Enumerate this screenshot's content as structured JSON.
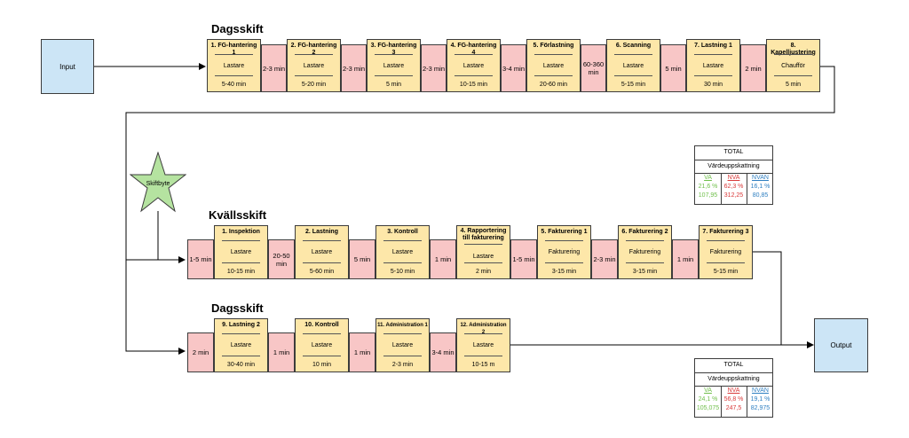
{
  "headings": {
    "day1": "Dagsskift",
    "evening": "Kvällsskift",
    "day2": "Dagsskift"
  },
  "input": "Input",
  "output": "Output",
  "shift_change": "Skiftbyte",
  "row1": {
    "steps": [
      {
        "title": "1. FG-hantering 1",
        "role": "Lastare",
        "dur": "5-40 min"
      },
      {
        "title": "2. FG-hantering 2",
        "role": "Lastare",
        "dur": "5-20 min"
      },
      {
        "title": "3. FG-hantering 3",
        "role": "Lastare",
        "dur": "5 min"
      },
      {
        "title": "4. FG-hantering 4",
        "role": "Lastare",
        "dur": "10-15 min"
      },
      {
        "title": "5. Förlastning",
        "role": "Lastare",
        "dur": "20-60 min"
      },
      {
        "title": "6. Scanning",
        "role": "Lastare",
        "dur": "5-15 min"
      },
      {
        "title": "7. Lastning 1",
        "role": "Lastare",
        "dur": "30 min"
      },
      {
        "title": "8. Kapelljustering",
        "role": "Chaufför",
        "dur": "5 min"
      }
    ],
    "waits": [
      "2-3 min",
      "2-3 min",
      "2-3 min",
      "3-4 min",
      "60-360 min",
      "5 min",
      "2 min"
    ]
  },
  "row2": {
    "steps": [
      {
        "title": "1. Inspektion",
        "role": "Lastare",
        "dur": "10-15 min"
      },
      {
        "title": "2. Lastning",
        "role": "Lastare",
        "dur": "5-60 min"
      },
      {
        "title": "3. Kontroll",
        "role": "Lastare",
        "dur": "5-10 min"
      },
      {
        "title": "4. Rapportering till fakturering",
        "role": "Lastare",
        "dur": "2 min"
      },
      {
        "title": "5. Fakturering 1",
        "role": "Fakturering",
        "dur": "3-15 min"
      },
      {
        "title": "6. Fakturering 2",
        "role": "Fakturering",
        "dur": "3-15 min"
      },
      {
        "title": "7. Fakturering 3",
        "role": "Fakturering",
        "dur": "5-15 min"
      }
    ],
    "waits": [
      "1-5 min",
      "20-50 min",
      "5 min",
      "1 min",
      "1-5 min",
      "2-3 min",
      "1 min"
    ]
  },
  "row3": {
    "steps": [
      {
        "title": "9. Lastning 2",
        "role": "Lastare",
        "dur": "30-40 min"
      },
      {
        "title": "10. Kontroll",
        "role": "Lastare",
        "dur": "10 min"
      },
      {
        "title": "11. Administration 1",
        "role": "Lastare",
        "dur": "2-3 min"
      },
      {
        "title": "12. Administration 2",
        "role": "Lastare",
        "dur": "10-15 m"
      }
    ],
    "waits": [
      "2 min",
      "1 min",
      "1 min",
      "3-4 min"
    ]
  },
  "totals1": {
    "header": "TOTAL",
    "sub": "Värdeuppskattning",
    "cols": [
      {
        "name": "VA",
        "pct": "21,6 %",
        "val": "107,95"
      },
      {
        "name": "NVA",
        "pct": "62,3 %",
        "val": "312,25"
      },
      {
        "name": "NVAN",
        "pct": "16,1 %",
        "val": "80,85"
      }
    ]
  },
  "totals2": {
    "header": "TOTAL",
    "sub": "Värdeuppskattning",
    "cols": [
      {
        "name": "VA",
        "pct": "24,1 %",
        "val": "105,075"
      },
      {
        "name": "NVA",
        "pct": "56,8 %",
        "val": "247,5"
      },
      {
        "name": "NVAN",
        "pct": "19,1 %",
        "val": "82,975"
      }
    ]
  },
  "colors": {
    "process": "#fde7a9",
    "wait": "#f8c6c6",
    "io": "#cce5f6",
    "star": "#b5e3a0"
  }
}
